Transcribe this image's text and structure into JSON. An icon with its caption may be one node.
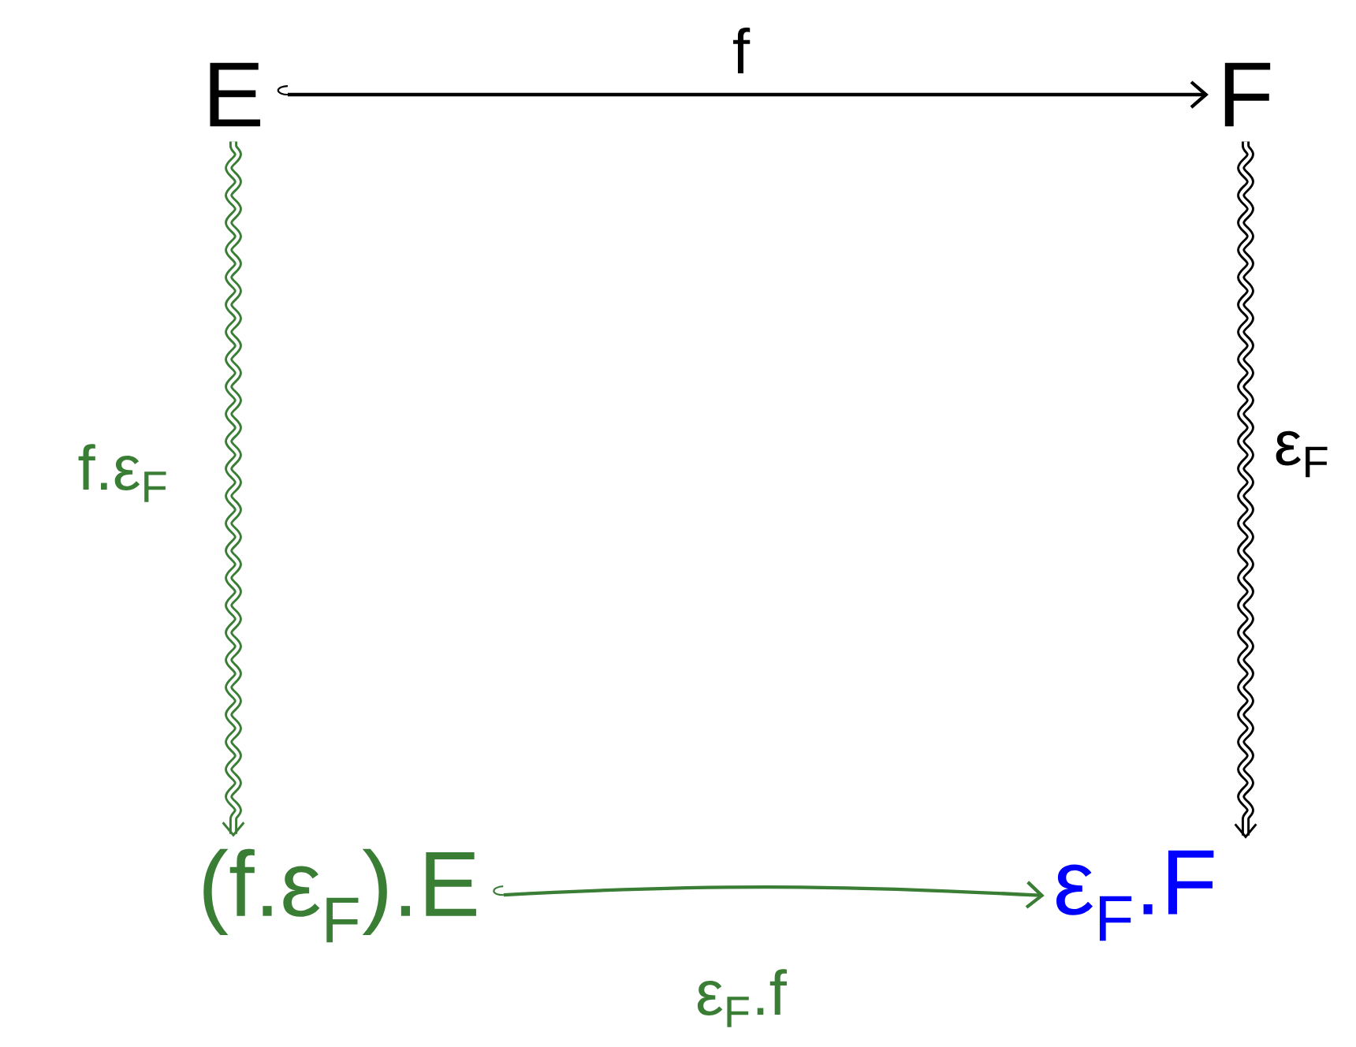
{
  "diagram": {
    "nodes": [
      {
        "text": [
          "E"
        ]
      },
      {
        "text": [
          "F"
        ]
      },
      {
        "text": [
          "(f.ε$_{F}$).E"
        ]
      },
      {
        "text": [
          "ε$_{F}$.F"
        ]
      }
    ],
    "edges": [
      {
        "from": 0,
        "to": 1,
        "arrow": "to",
        "label": "f"
      },
      {
        "from": 0,
        "to": 2,
        "arrow": "to",
        "label": "f.ε$_{F}$",
        "style": "thick",
        "color": "#3a7d35"
      },
      {
        "from": 1,
        "to": 3,
        "arrow": "to",
        "label": "ε$_{F}$",
        "style": "thick"
      },
      {
        "from": 2,
        "to": 3,
        "arrow": "to",
        "label": "ε$_{F}$.f",
        "color": "#3a7d35"
      }
    ]
  }
}
